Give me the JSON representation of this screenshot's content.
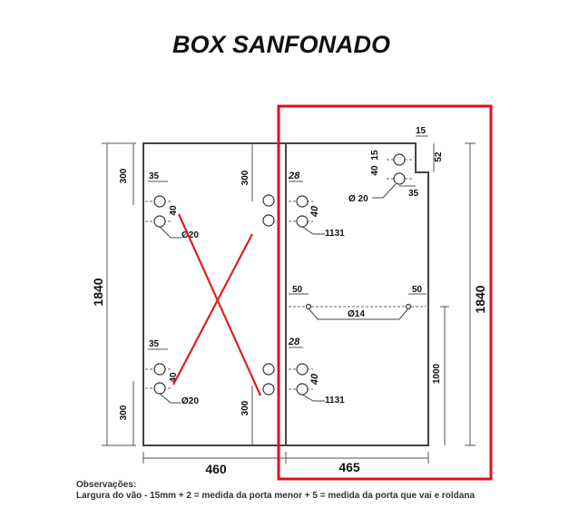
{
  "title": "BOX SANFONADO",
  "dimensions": {
    "height_left": "1840",
    "height_right": "1840",
    "width_left": "460",
    "width_right": "465",
    "offset_300_top_left": "300",
    "offset_300_top_mid": "300",
    "offset_300_bottom_left": "300",
    "offset_300_bottom_mid": "300",
    "left_35_top": "35",
    "left_35_bottom": "35",
    "left_40_top": "40",
    "left_40_bottom": "40",
    "left_d20_top": "Ø20",
    "left_d20_bottom": "Ø20",
    "right_28_top": "28",
    "right_28_bottom": "28",
    "right_40_top": "40",
    "right_40_bottom": "40",
    "right_1131_top": "1131",
    "right_1131_bottom": "1131",
    "corner_15_top": "15",
    "corner_15_side": "15",
    "corner_40": "40",
    "corner_52": "52",
    "corner_35": "35",
    "corner_d20": "Ø 20",
    "mid_50_left": "50",
    "mid_50_right": "50",
    "mid_d14": "Ø14",
    "right_1000": "1000"
  },
  "notes": {
    "heading": "Observações:",
    "text": "Largura do vão - 15mm + 2 = medida da porta menor + 5 = medida da porta que vai e roldana"
  },
  "colors": {
    "highlight": "#e0101c",
    "cross": "#e02020",
    "line": "#444444"
  }
}
